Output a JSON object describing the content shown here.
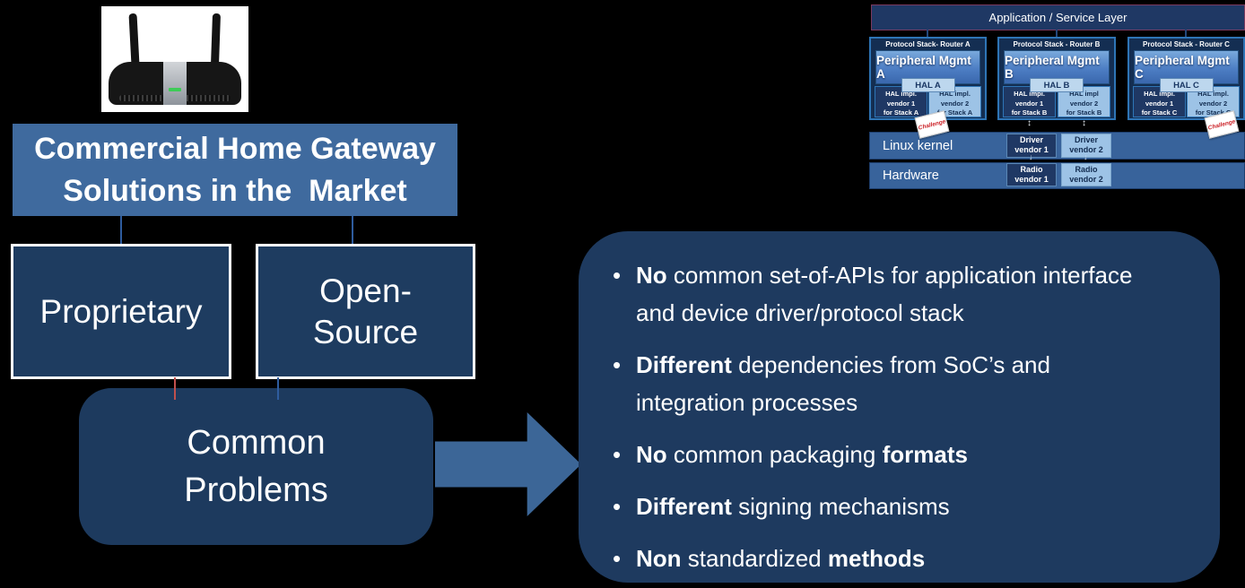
{
  "slide": {
    "title_line1": "Commercial Home Gateway",
    "title_line2": "Solutions in the  Market",
    "proprietary_label": "Proprietary",
    "open_source_label": "Open-\nSource",
    "common_problems_label": "Common\nProblems"
  },
  "problems": {
    "bullets": [
      {
        "segments": [
          {
            "text": "No ",
            "bold": true
          },
          {
            "text": "common set-of-APIs for application interface and device driver/protocol stack",
            "bold": false
          }
        ]
      },
      {
        "segments": [
          {
            "text": "Different ",
            "bold": true
          },
          {
            "text": "dependencies from SoC’s and integration processes",
            "bold": false
          }
        ]
      },
      {
        "segments": [
          {
            "text": "No ",
            "bold": true
          },
          {
            "text": "common packaging ",
            "bold": false
          },
          {
            "text": "formats",
            "bold": true
          }
        ]
      },
      {
        "segments": [
          {
            "text": "Different ",
            "bold": true
          },
          {
            "text": "signing mechanisms",
            "bold": false
          }
        ]
      },
      {
        "segments": [
          {
            "text": "Non ",
            "bold": true
          },
          {
            "text": "standardized ",
            "bold": false
          },
          {
            "text": "methods",
            "bold": true
          }
        ]
      }
    ]
  },
  "architecture": {
    "app_layer_label": "Application / Service Layer",
    "challenge_label": "Challenge",
    "linux_kernel_label": "Linux kernel",
    "hardware_label": "Hardware",
    "stacks": [
      {
        "header": "Protocol Stack- Router A",
        "peripheral": "Peripheral Mgmt A",
        "hal": "HAL A",
        "vendor1": "HAL impl.\nvendor 1\nfor Stack A",
        "vendor2": "HAL impl.\nvendor 2\nfor Stack A"
      },
      {
        "header": "Protocol Stack - Router B",
        "peripheral": "Peripheral Mgmt B",
        "hal": "HAL B",
        "vendor1": "HAL impl.\nvendor 1\nfor Stack B",
        "vendor2": "HAL impl\nvendor 2\nfor Stack B"
      },
      {
        "header": "Protocol Stack - Router C",
        "peripheral": "Peripheral Mgmt  C",
        "hal": "HAL C",
        "vendor1": "HAL impl.\nvendor 1\nfor Stack C",
        "vendor2": "HAL impl.\nvendor 2\nfor Stack C"
      }
    ],
    "driver1": "Driver\nvendor 1",
    "driver2": "Driver\nvendor 2",
    "radio1": "Radio\nvendor 1",
    "radio2": "Radio\nvendor 2"
  },
  "icons": {
    "router": "wireless-router-photo",
    "arrow": "block-arrow-right",
    "updown_arrow": "↕",
    "down_arrow": "↓"
  },
  "colors": {
    "background": "#000000",
    "steel_blue": "#3f6a9e",
    "navy": "#1e3c60",
    "panel_navy": "#1e3a5f",
    "stack_navy": "#142e52",
    "blue_border": "#2e75b6",
    "light_blue": "#9dc3e6",
    "pale_blue": "#bdd7ee",
    "row_blue": "#38639b",
    "arrow_blue": "#3c6697",
    "connector_red": "#c0504d",
    "connector_blue": "#2e5c9e",
    "stamp_red": "#cc2127",
    "app_bar_border": "#7b3a5f",
    "led_green": "#3ecb57"
  }
}
